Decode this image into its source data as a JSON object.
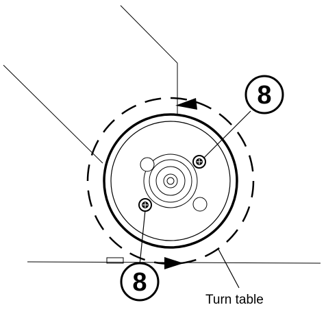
{
  "diagram": {
    "callout_top": "8",
    "callout_bottom": "8",
    "part_label": "Turn table"
  }
}
